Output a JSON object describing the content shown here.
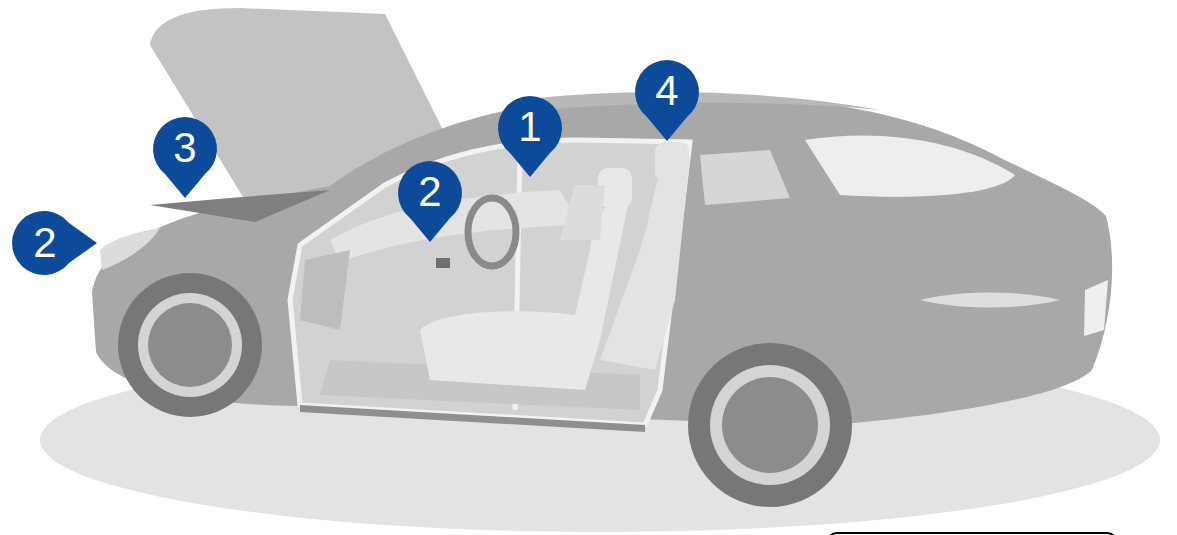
{
  "diagram": {
    "nodes": [
      {
        "text": [
          "2"
        ]
      },
      {
        "text": [
          "3"
        ]
      },
      {
        "text": [
          "2"
        ]
      },
      {
        "text": [
          "1"
        ]
      },
      {
        "text": [
          "4"
        ]
      }
    ]
  }
}
